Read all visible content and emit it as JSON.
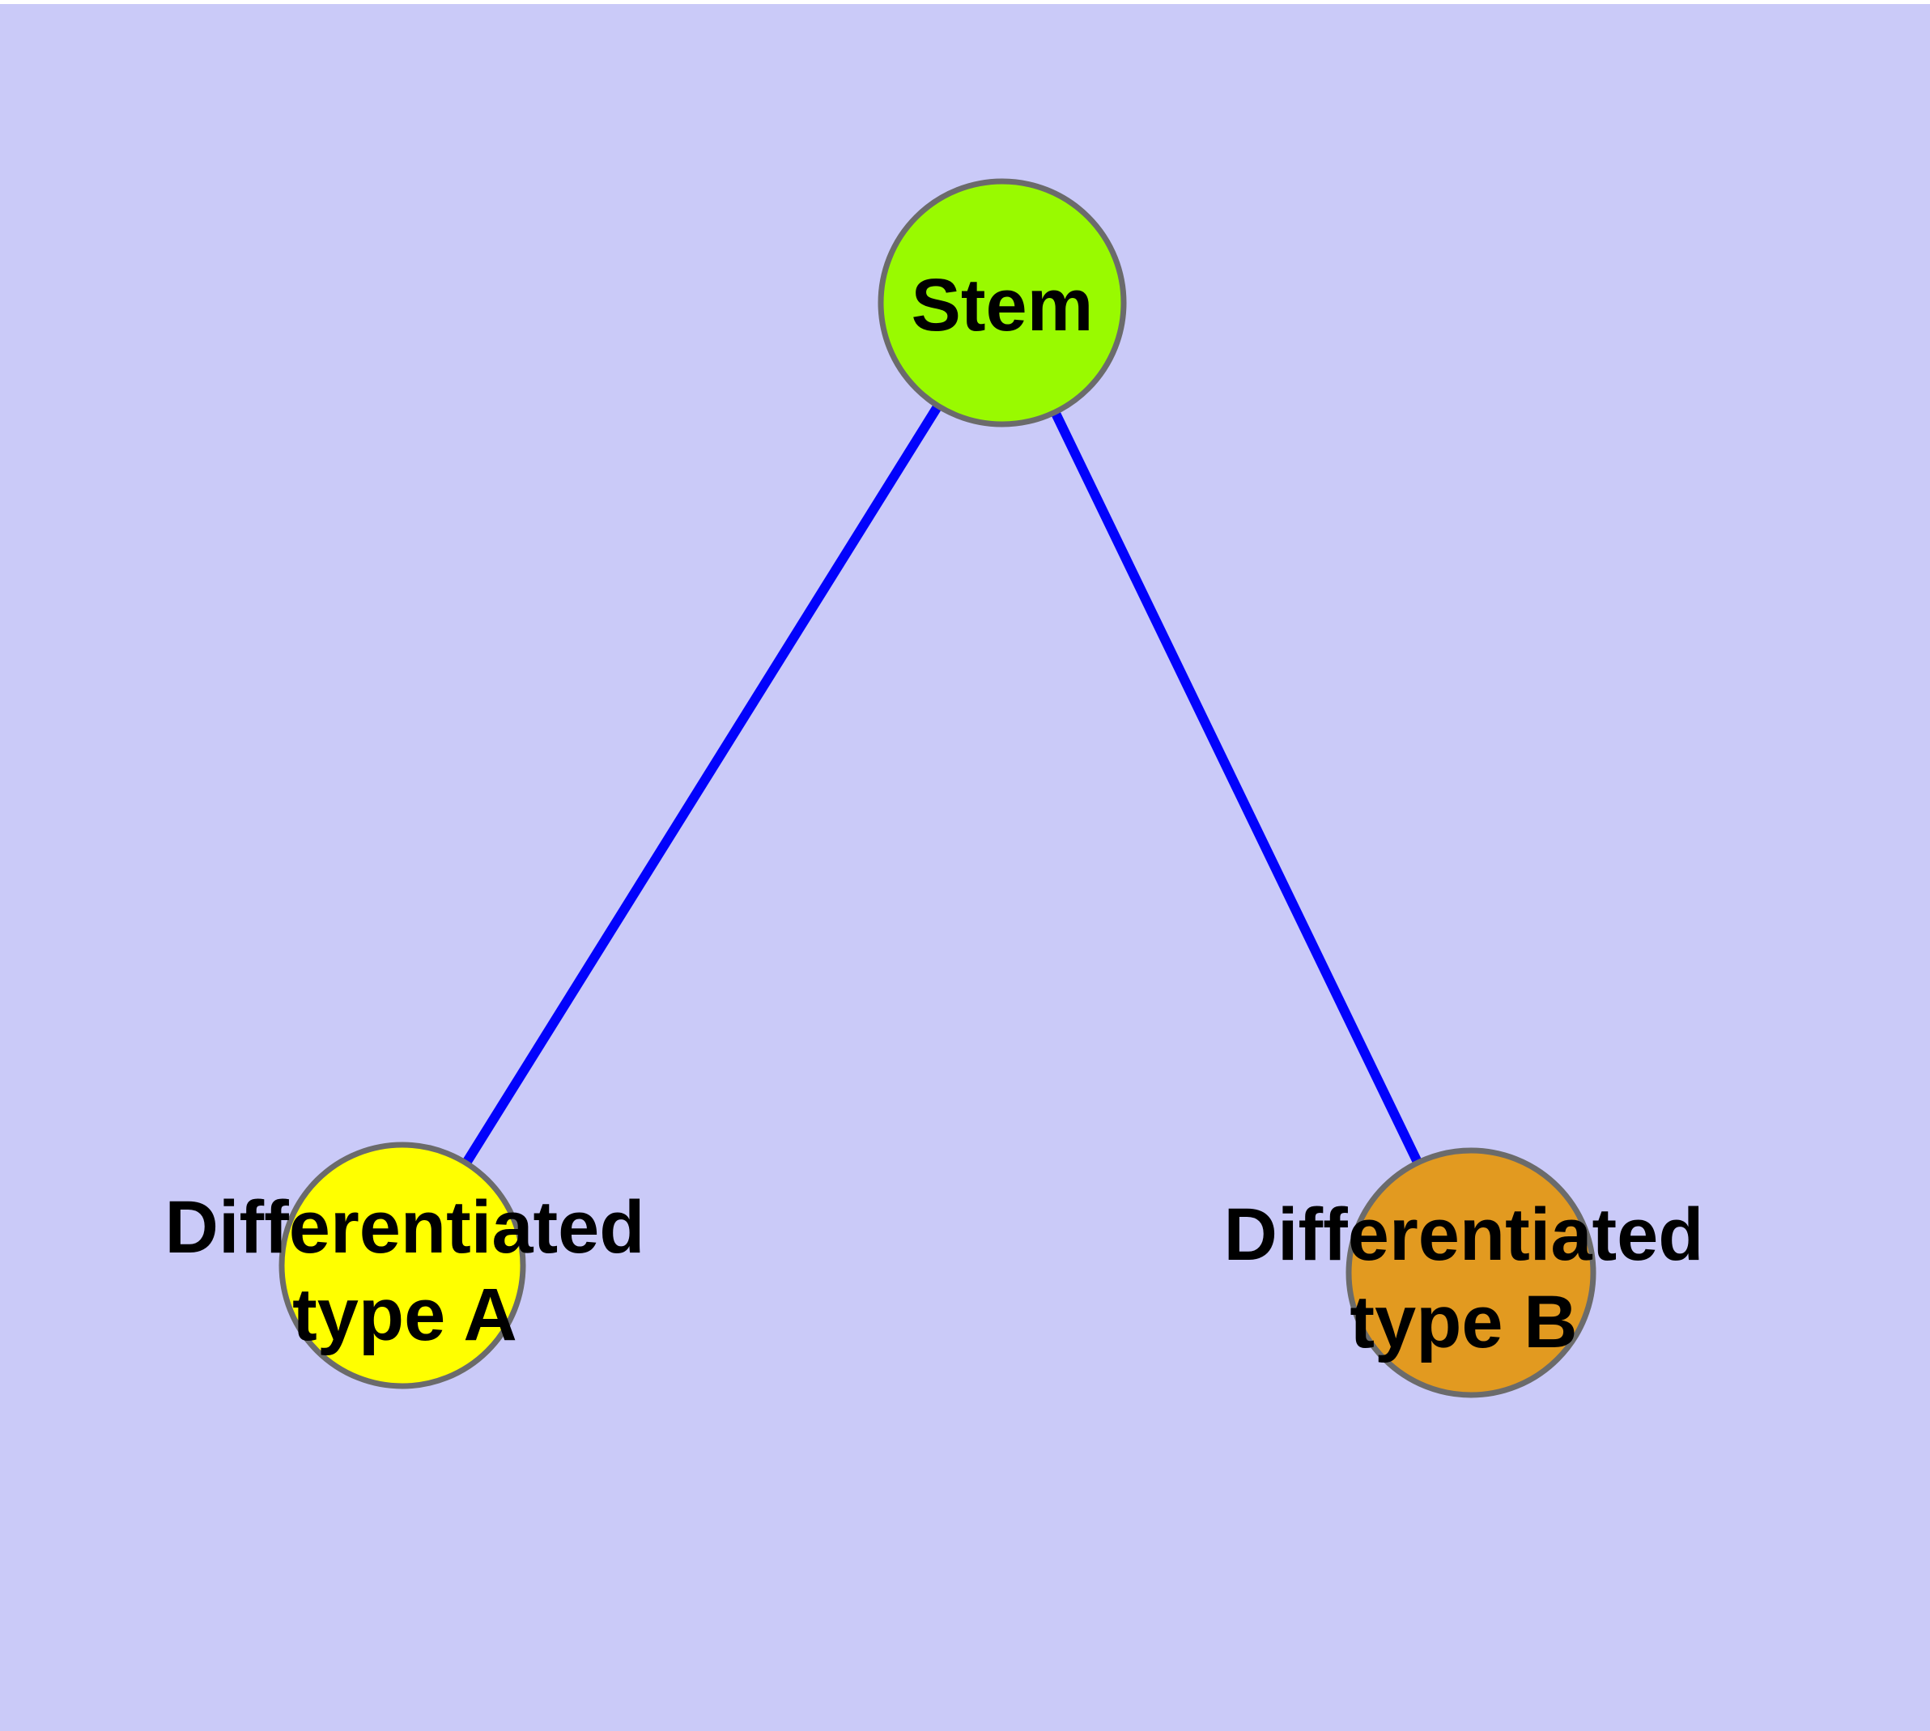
{
  "canvas": {
    "background_color": "#CACAF8",
    "top_strip_color": "#FFFFFF"
  },
  "graph": {
    "edge_color": "#0202FC",
    "node_border_color": "#6B6B6B",
    "nodes": {
      "stem": {
        "label": "Stem",
        "fill": "#99FA00"
      },
      "typeA": {
        "label_line1": "Differentiated",
        "label_line2": "type A",
        "fill": "#FFFF00"
      },
      "typeB": {
        "label_line1": "Differentiated",
        "label_line2": "type B",
        "fill": "#E29A20"
      }
    },
    "edges": [
      {
        "from": "Stem",
        "to": "Differentiated type A"
      },
      {
        "from": "Stem",
        "to": "Differentiated type B"
      }
    ]
  }
}
